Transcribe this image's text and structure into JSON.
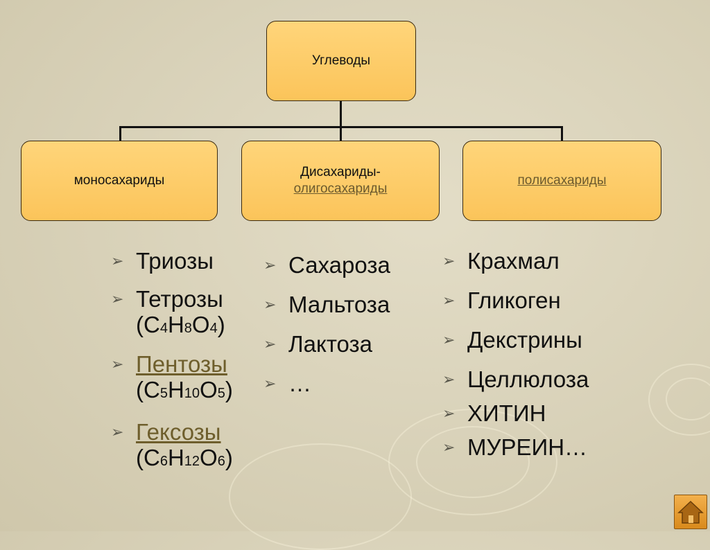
{
  "root": {
    "label": "Углеводы"
  },
  "categories": [
    {
      "line1": "моносахариды",
      "line2": ""
    },
    {
      "line1": "Дисахариды-",
      "line2": "олигосахариды"
    },
    {
      "line1": "полисахариды",
      "line2": ""
    }
  ],
  "lists": {
    "mono": [
      {
        "name": "Триозы"
      },
      {
        "name": "Тетрозы",
        "formula": {
          "c": "4",
          "h": "8",
          "o": "4"
        }
      },
      {
        "name": "Пентозы",
        "formula": {
          "c": "5",
          "h": "10",
          "o": "5"
        }
      },
      {
        "name": "Гексозы",
        "formula": {
          "c": "6",
          "h": "12",
          "o": "6"
        }
      }
    ],
    "di": [
      "Сахароза",
      "Мальтоза",
      "Лактоза",
      "…"
    ],
    "poly": [
      "Крахмал",
      "Гликоген",
      "Декстрины",
      "Целлюлоза",
      "ХИТИН",
      "МУРЕИН…"
    ]
  },
  "bullet_glyph": "➢",
  "colors": {
    "box": "#fbc45a",
    "link": "#6e5e2c",
    "background": "#d8d1b8",
    "home_button": "#e39a2c"
  },
  "icons": {
    "home": "home-icon"
  }
}
